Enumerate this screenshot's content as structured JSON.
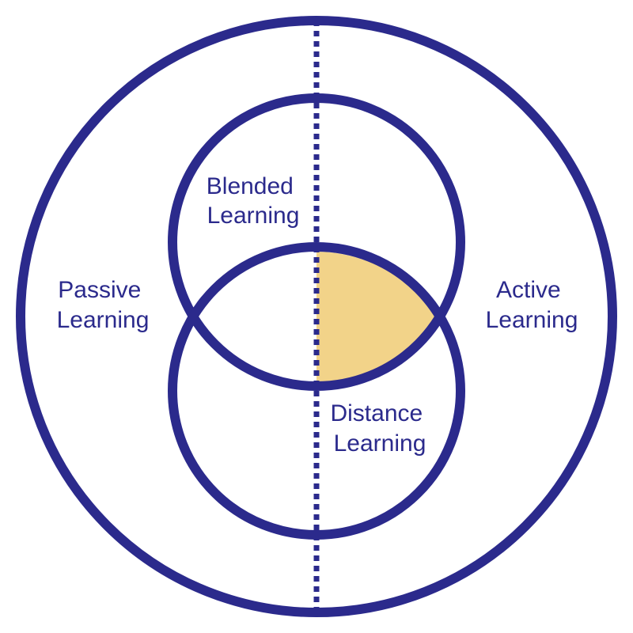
{
  "colors": {
    "stroke": "#2b2a8c",
    "highlight": "#f2d389",
    "text": "#2b2a8c",
    "background": "#ffffff"
  },
  "labels": {
    "passive": {
      "line1": "Passive",
      "line2": "Learning"
    },
    "active": {
      "line1": "Active",
      "line2": "Learning"
    },
    "blended": {
      "line1": "Blended",
      "line2": "Learning"
    },
    "distance": {
      "line1": "Distance",
      "line2": "Learning"
    }
  },
  "divider": {
    "style": "dotted"
  }
}
